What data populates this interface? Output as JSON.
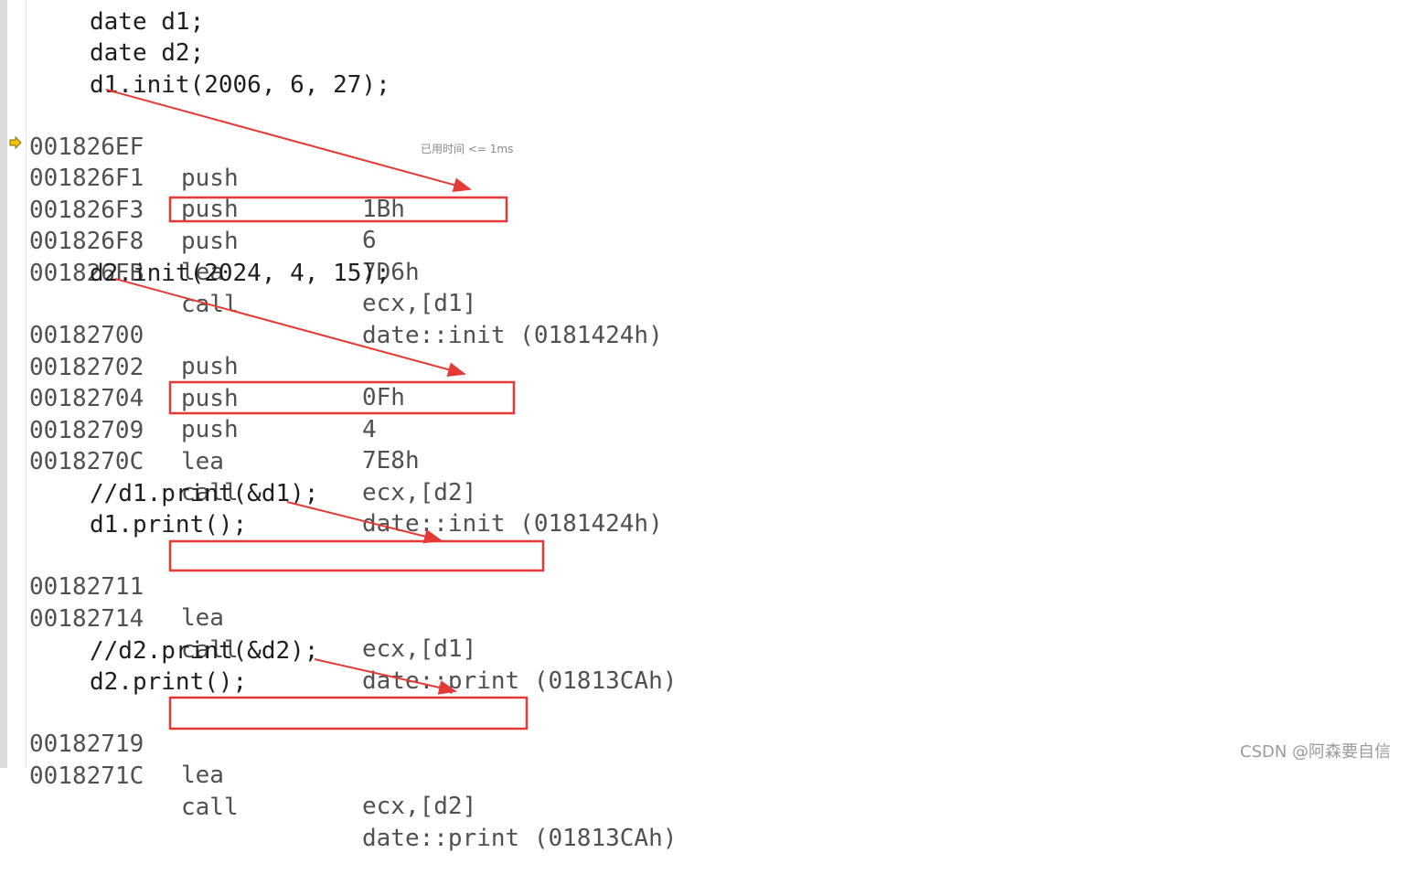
{
  "source_lines": {
    "decl_d1": "date d1;",
    "decl_d2": "date d2;",
    "init_d1": "d1.init(2006, 6, 27);",
    "init_d2": "d2.init(2024, 4, 15);",
    "comment_print_d1": "//d1.print(&d1);",
    "print_d1": "d1.print();",
    "comment_print_d2": "//d2.print(&d2);",
    "print_d2": "d2.print();"
  },
  "disassembly": [
    {
      "addr": "001826EF",
      "mnem": "push",
      "oper": "1Bh"
    },
    {
      "addr": "001826F1",
      "mnem": "push",
      "oper": "6"
    },
    {
      "addr": "001826F3",
      "mnem": "push",
      "oper": "7D6h"
    },
    {
      "addr": "001826F8",
      "mnem": "lea",
      "oper": "ecx,[d1]"
    },
    {
      "addr": "001826FB",
      "mnem": "call",
      "oper": "date::init (0181424h)"
    },
    {
      "addr": "00182700",
      "mnem": "push",
      "oper": "0Fh"
    },
    {
      "addr": "00182702",
      "mnem": "push",
      "oper": "4"
    },
    {
      "addr": "00182704",
      "mnem": "push",
      "oper": "7E8h"
    },
    {
      "addr": "00182709",
      "mnem": "lea",
      "oper": "ecx,[d2]"
    },
    {
      "addr": "0018270C",
      "mnem": "call",
      "oper": "date::init (0181424h)"
    },
    {
      "addr": "00182711",
      "mnem": "lea",
      "oper": "ecx,[d1]"
    },
    {
      "addr": "00182714",
      "mnem": "call",
      "oper": "date::print (01813CAh)"
    },
    {
      "addr": "00182719",
      "mnem": "lea",
      "oper": "ecx,[d2]"
    },
    {
      "addr": "0018271C",
      "mnem": "call",
      "oper": "date::print (01813CAh)"
    }
  ],
  "current_instruction_icon": "execution-arrow-icon",
  "elapsed_time": "已用时间 <= 1ms",
  "watermark": "CSDN @阿森要自信",
  "annotation_color": "#e53935",
  "marker_color": "#f2c200"
}
